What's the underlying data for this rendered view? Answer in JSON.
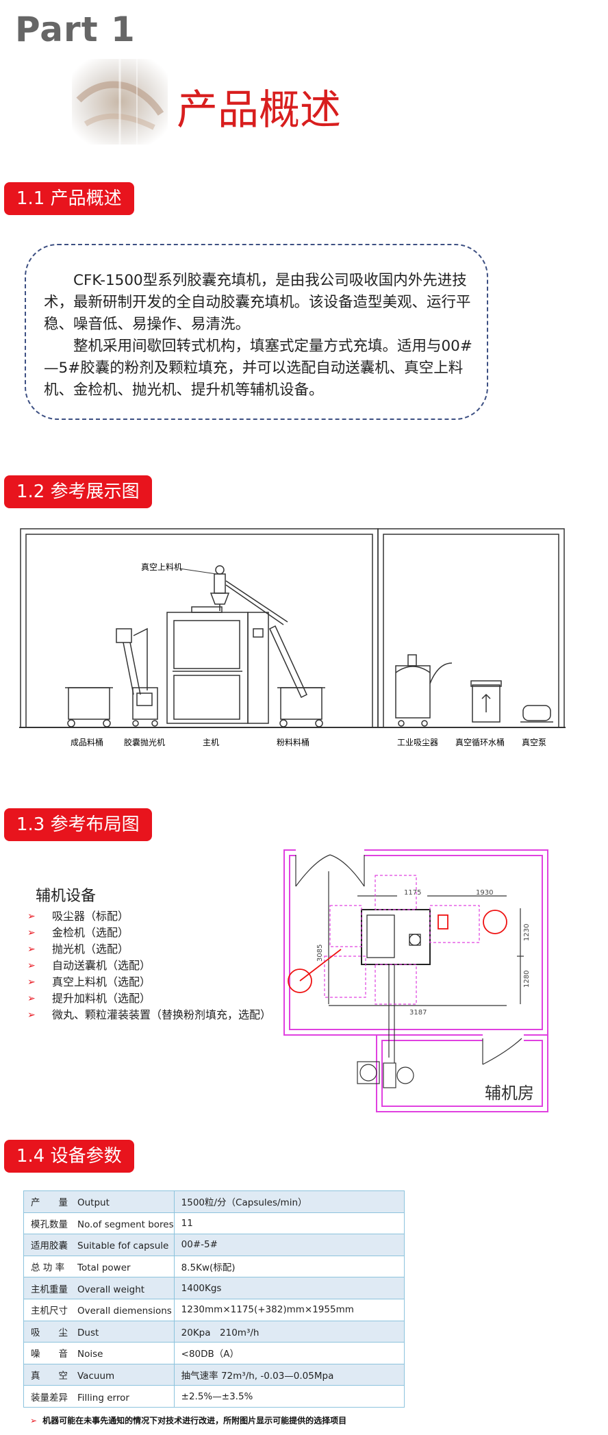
{
  "header": {
    "part": "Part 1",
    "title": "产品概述"
  },
  "sections": {
    "s1": "1.1 产品概述",
    "s2": "1.2 参考展示图",
    "s3": "1.3 参考布局图",
    "s4": "1.4 设备参数"
  },
  "intro": {
    "p1": "CFK-1500型系列胶囊充填机，是由我公司吸收国内外先进技术，最新研制开发的全自动胶囊充填机。该设备造型美观、运行平稳、噪音低、易操作、易清洗。",
    "p2": "整机采用间歇回转式机构，填塞式定量方式充填。适用与00#—5#胶囊的粉剂及颗粒填充，并可以选配自动送囊机、真空上料机、金检机、抛光机、提升机等辅机设备。"
  },
  "figure": {
    "callout": "真空上料机",
    "labels": [
      "成品料桶",
      "胶囊抛光机",
      "主机",
      "粉料料桶",
      "工业吸尘器",
      "真空循环水桶",
      "真空泵"
    ]
  },
  "layout": {
    "aux_title": "辅机设备",
    "aux_items": [
      "吸尘器（标配）",
      "金检机（选配）",
      "抛光机（选配）",
      "自动送囊机（选配）",
      "真空上料机（选配）",
      "提升加料机（选配）",
      "微丸、颗粒灌装装置（替换粉剂填充，选配）"
    ],
    "dims": {
      "d1175": "1175",
      "d1930": "1930",
      "d3085": "3085",
      "d1230": "1230",
      "d1280": "1280",
      "d3187": "3187"
    },
    "room_label": "辅机房"
  },
  "params": [
    {
      "zh": "产　　量",
      "en": "Output",
      "value": "1500粒/分（Capsules/min）"
    },
    {
      "zh": "模孔数量",
      "en": "No.of segment bores",
      "value": "11"
    },
    {
      "zh": "适用胶囊",
      "en": "Suitable fof capsule",
      "value": "00#-5#"
    },
    {
      "zh": "总 功 率",
      "en": "Total power",
      "value": "8.5Kw(标配)"
    },
    {
      "zh": "主机重量",
      "en": "Overall weight",
      "value": "1400Kgs"
    },
    {
      "zh": "主机尺寸",
      "en": "Overall diemensions",
      "value": "1230mm×1175(+382)mm×1955mm"
    },
    {
      "zh": "吸　　尘",
      "en": "Dust",
      "value": "20Kpa　210m³/h"
    },
    {
      "zh": "噪　　音",
      "en": "Noise",
      "value": "<80DB（A）"
    },
    {
      "zh": "真　　空",
      "en": "Vacuum",
      "value": "抽气速率 72m³/h, -0.03—0.05Mpa"
    },
    {
      "zh": "装量差异",
      "en": "Filling error",
      "value": "±2.5%—±3.5%"
    }
  ],
  "note": "机器可能在未事先通知的情况下对技术进行改进，所附图片显示可能提供的选择项目",
  "colors": {
    "accent_red": "#e8141d",
    "title_red": "#d81e1e",
    "magenta": "#e040e0",
    "table_border": "#8cc3dd"
  }
}
